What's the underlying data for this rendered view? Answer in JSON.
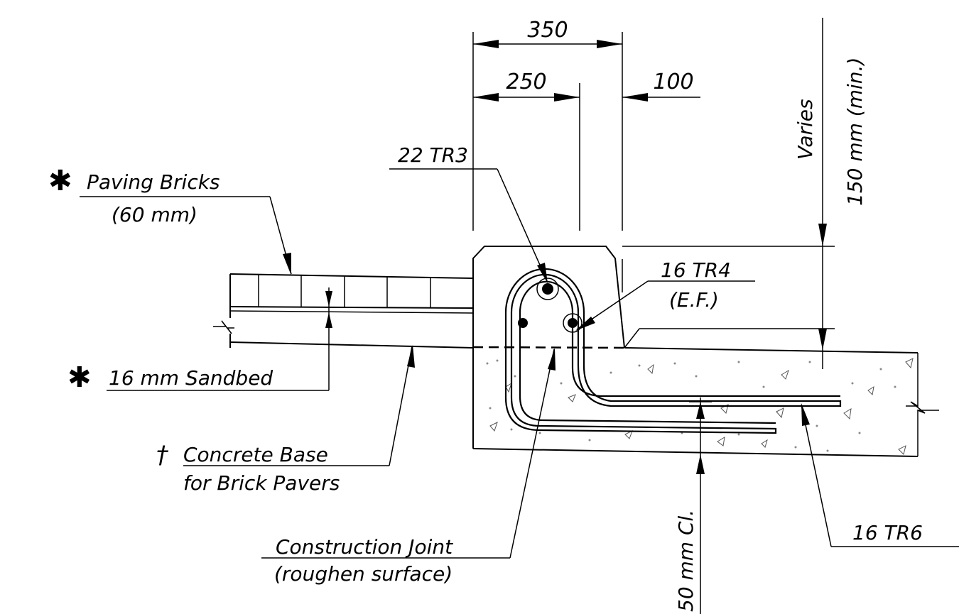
{
  "dimensions": {
    "overall": "350",
    "left": "250",
    "right": "100"
  },
  "labels": {
    "bar_22": "22  TR3",
    "paving_bricks": "Paving  Bricks",
    "paving_thickness": "(60  mm)",
    "sandbed": "16  mm  Sandbed",
    "concrete_base_1": "Concrete  Base",
    "concrete_base_2": "for  Brick  Pavers",
    "bar_tr4": "16  TR4",
    "bar_tr4_note": "(E.F.)",
    "construction_joint": "Construction  Joint",
    "construction_joint_note": "(roughen  surface)",
    "bar_tr6": "16  TR6",
    "varies": "Varies",
    "min_height": "150  mm  (min.)",
    "cover": "50  mm  Cl."
  },
  "symbols": {
    "asterisk": "✱",
    "dagger": "†"
  }
}
